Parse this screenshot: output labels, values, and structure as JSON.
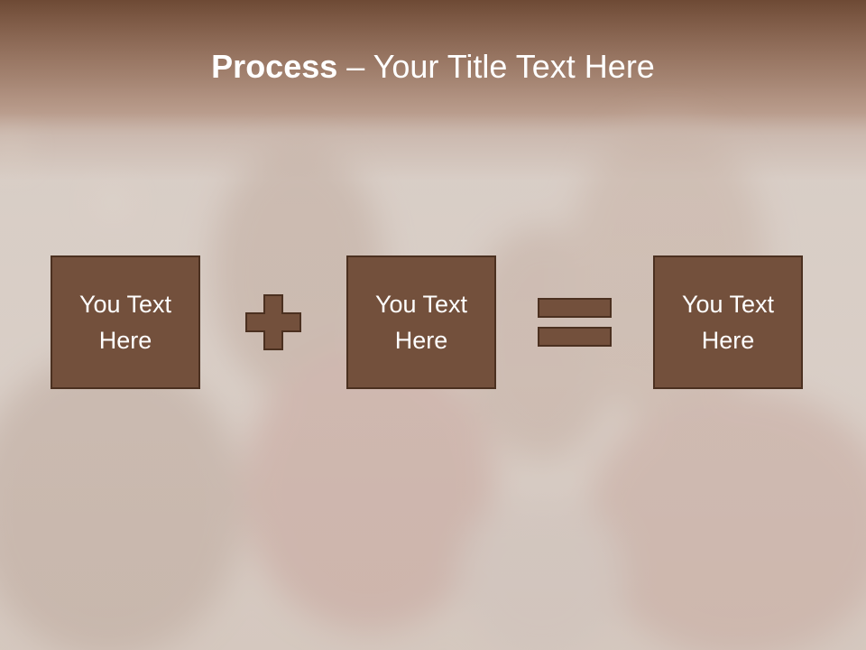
{
  "slide": {
    "title_bold": "Process",
    "title_rest": " – Your Title Text Here",
    "boxes": [
      {
        "text": "You Text Here"
      },
      {
        "text": "You Text Here"
      },
      {
        "text": "You Text Here"
      }
    ],
    "operators": [
      "plus-icon",
      "equals-icon"
    ]
  },
  "colors": {
    "header_brown": "#6e4a35",
    "box_fill": "#73503c",
    "box_border": "#4b3020",
    "operator_fill": "#73503c",
    "text": "#ffffff"
  }
}
